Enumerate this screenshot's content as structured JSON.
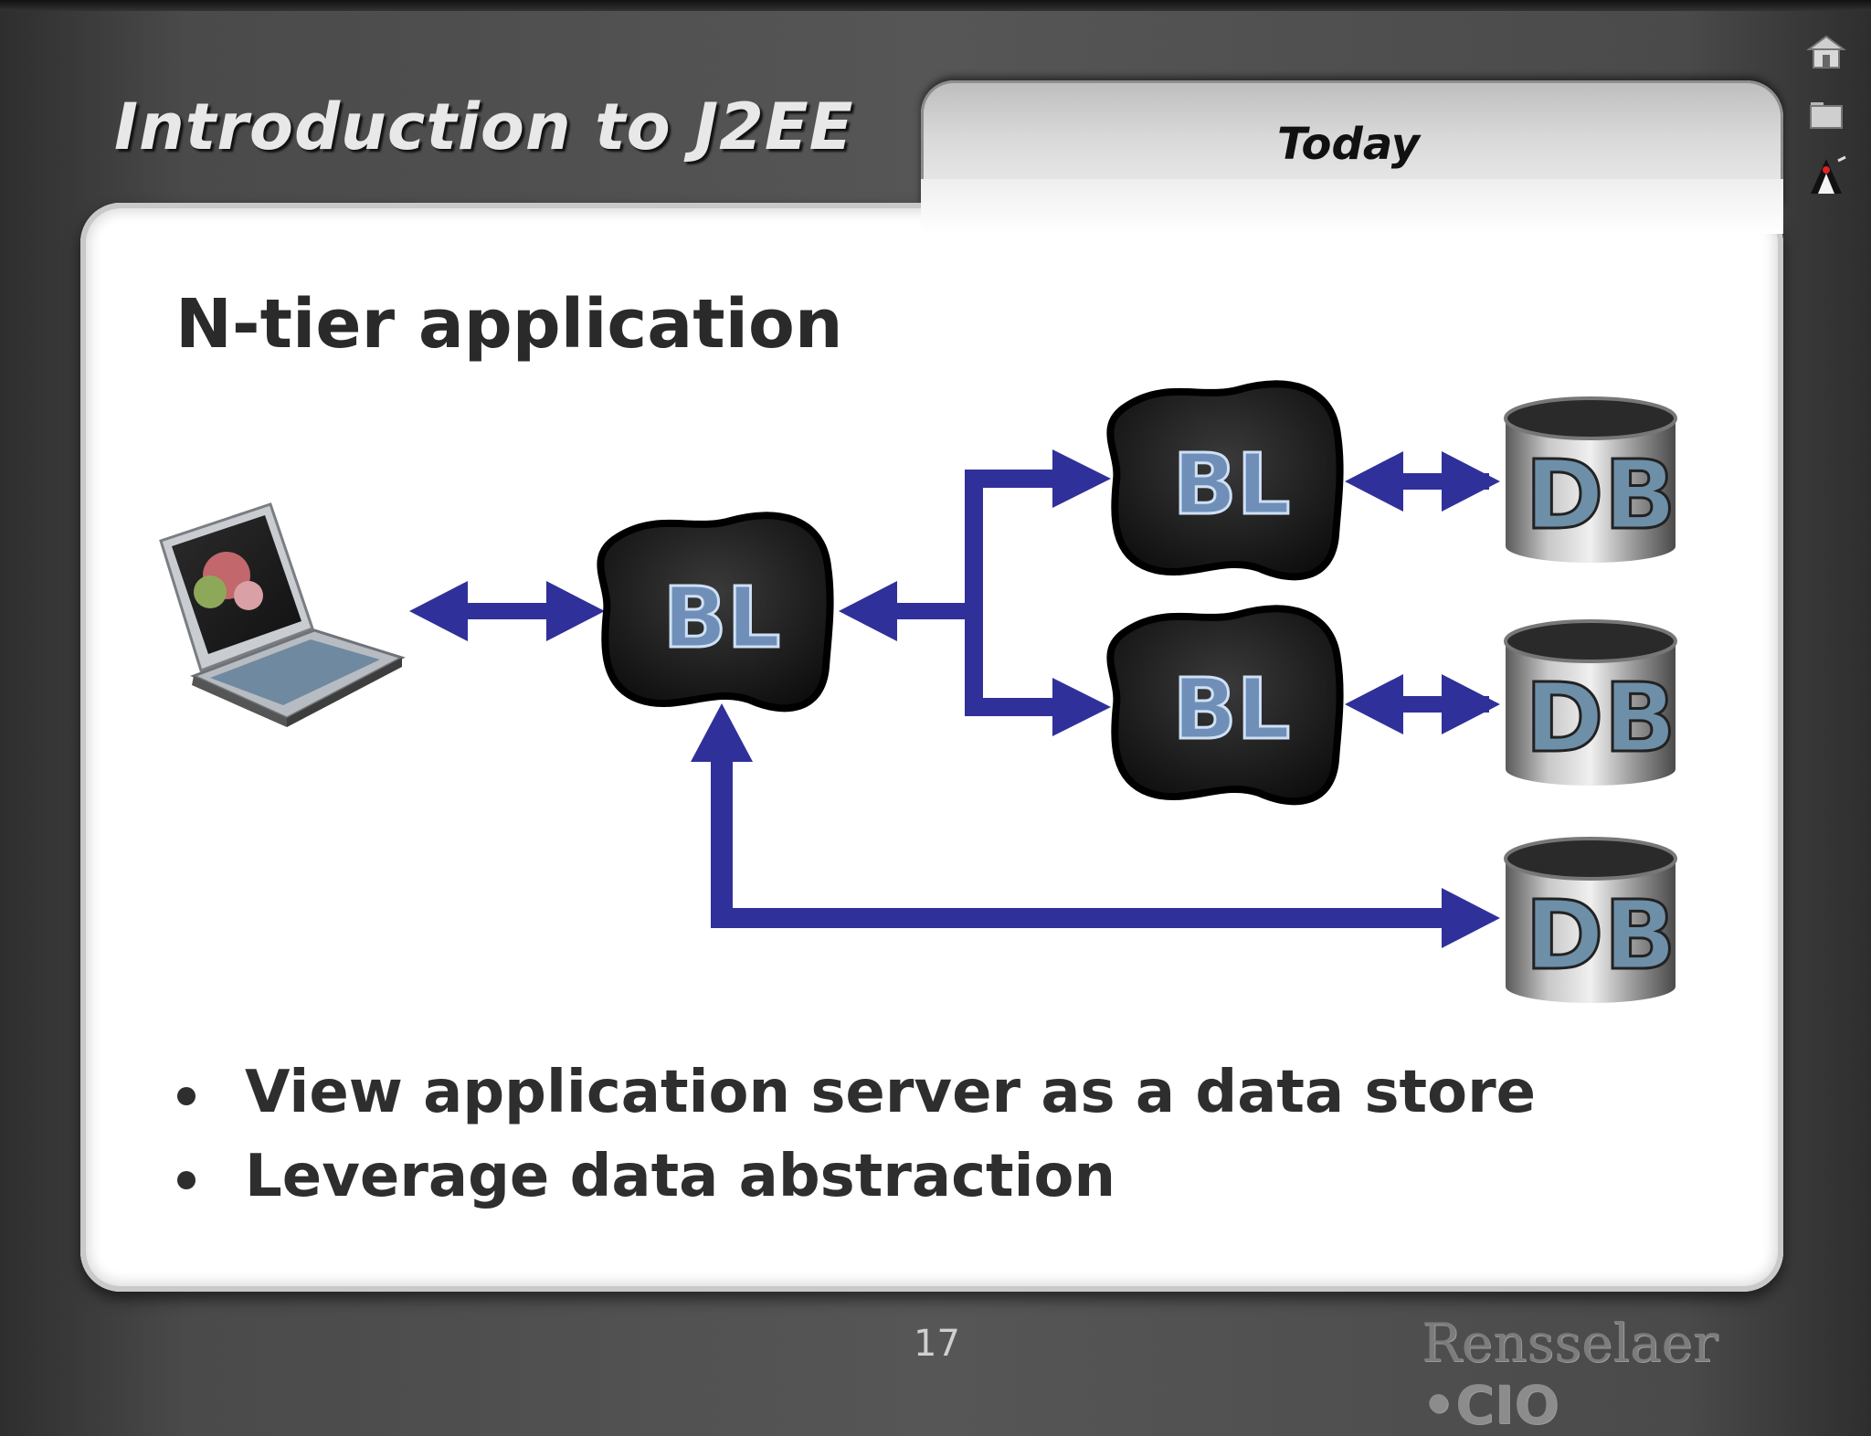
{
  "slide": {
    "deck_title": "Introduction to J2EE",
    "section_tab": "Today",
    "heading": "N-tier application",
    "bullets": [
      "View application server as a data store",
      "Leverage data abstraction"
    ],
    "page_number": "17",
    "footer_logo": "Rensselaer",
    "footer_logo_suffix": "CIO"
  },
  "diagram": {
    "nodes": [
      {
        "id": "client",
        "type": "laptop"
      },
      {
        "id": "bl-main",
        "type": "business-logic",
        "label": "BL"
      },
      {
        "id": "bl-upper",
        "type": "business-logic",
        "label": "BL"
      },
      {
        "id": "bl-lower",
        "type": "business-logic",
        "label": "BL"
      },
      {
        "id": "db-1",
        "type": "database",
        "label": "DB"
      },
      {
        "id": "db-2",
        "type": "database",
        "label": "DB"
      },
      {
        "id": "db-3",
        "type": "database",
        "label": "DB"
      }
    ],
    "edges": [
      {
        "from": "client",
        "to": "bl-main",
        "direction": "both"
      },
      {
        "from": "bl-upper",
        "to": "bl-main",
        "direction": "forward"
      },
      {
        "from": "bl-main",
        "to": "bl-upper",
        "direction": "forward"
      },
      {
        "from": "bl-main",
        "to": "bl-lower",
        "direction": "forward"
      },
      {
        "from": "bl-upper",
        "to": "db-1",
        "direction": "both"
      },
      {
        "from": "bl-lower",
        "to": "db-2",
        "direction": "both"
      },
      {
        "from": "db-3",
        "to": "bl-main",
        "direction": "both"
      }
    ],
    "arrow_color": "#30309a"
  }
}
